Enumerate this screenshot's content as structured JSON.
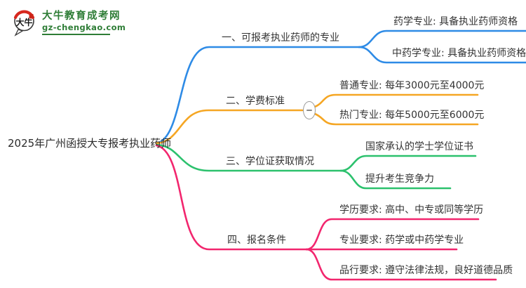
{
  "colors": {
    "branch1": "#2e8be6",
    "branch2": "#f5a623",
    "branch3": "#2cc16d",
    "branch4": "#f2266e",
    "logo_green": "#2e7d36",
    "text_dark": "#333333",
    "collapse_border": "#999999",
    "logo_red": "#d7281f"
  },
  "logo": {
    "icon_text": "大牛",
    "title": "大牛教育成考网",
    "url": "gz-chengkao.com"
  },
  "root": {
    "label": "2025年广州函授大专报考执业药师"
  },
  "branches": [
    {
      "label": "一、可报考执业药师的专业",
      "children": [
        "药学专业: 具备执业药师资格",
        "中药学专业: 具备执业药师资格"
      ]
    },
    {
      "label": "二、学费标准",
      "children": [
        "普通专业: 每年3000元至4000元",
        "热门专业: 每年5000元至6000元"
      ]
    },
    {
      "label": "三、学位证获取情况",
      "children": [
        "国家承认的学士学位证书",
        "提升考生竞争力"
      ]
    },
    {
      "label": "四、报名条件",
      "children": [
        "学历要求: 高中、中专或同等学历",
        "专业要求: 药学或中药学专业",
        "品行要求: 遵守法律法规，良好道德品质"
      ]
    }
  ],
  "icons": {
    "collapse": "minus-icon",
    "logo": "bull-speech-bubble-icon"
  }
}
